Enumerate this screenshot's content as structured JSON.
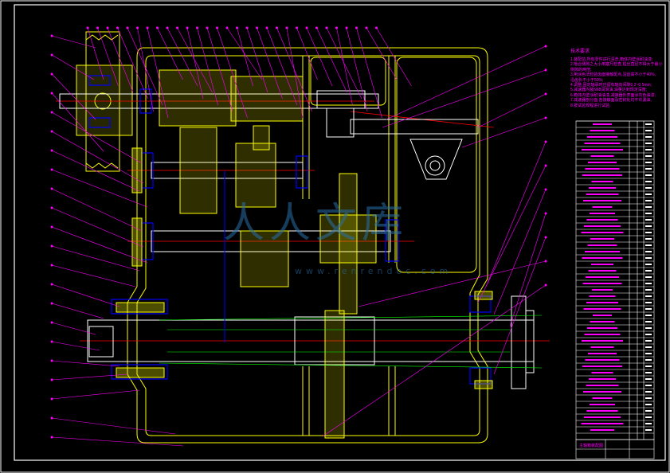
{
  "notes": {
    "title": "技术要求",
    "lines": [
      "1.装配前,所有零件进行清洗,箱体内壁涂耐油漆;",
      "2.啮合侧隙之大小用塞尺检查,铅丝直径不得大于最小",
      "侧隙的两倍;",
      "3.用涂色法检验齿面接触斑点,沿齿高不小于40%,",
      "沿齿长不小于50%;",
      "4.调整,固定轴承时应留有轴向间隙0.2~0.5mm;",
      "5.减速器内装N68润滑油,油量达到规定深度;",
      "6.箱体内壁涂耐油油漆,减速器外表面涂灰色油漆;",
      "7.减速器剖分面,各接触面及密封处均不许漏油,",
      "8.按试验规程进行试验."
    ]
  },
  "watermark": {
    "cn": "人人文库",
    "url": "www.renrendoc.com"
  },
  "title_block": {
    "name": "主轴箱装配图"
  },
  "colors": {
    "frame": "#ffffff",
    "casing": "#ffff00",
    "leader": "#ff00ff",
    "center_line": "#ff0000",
    "bearing": "#0000ff",
    "dimension": "#00ff00"
  }
}
